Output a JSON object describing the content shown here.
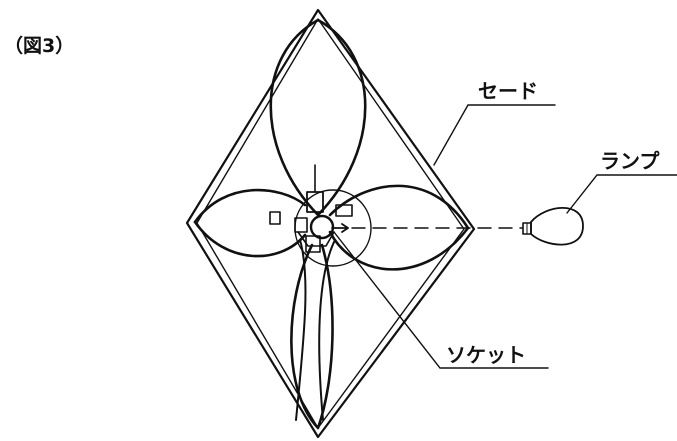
{
  "figure": {
    "label": "（図3）"
  },
  "callouts": {
    "shade": "セード",
    "lamp": "ランプ",
    "socket": "ソケット"
  },
  "colors": {
    "ink": "#111111",
    "paper": "#ffffff"
  }
}
